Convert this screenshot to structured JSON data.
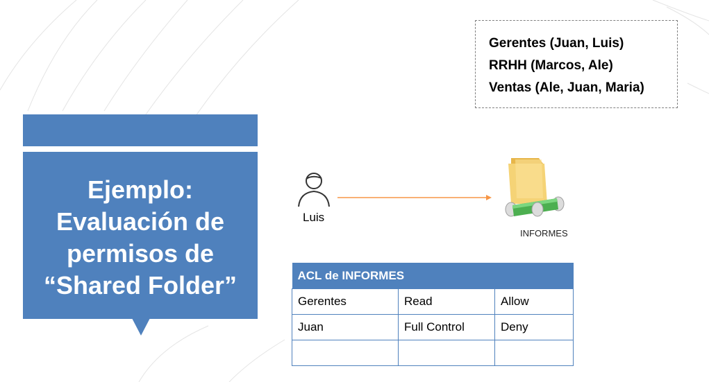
{
  "title": {
    "lines": [
      "Ejemplo:",
      "Evaluación de",
      "permisos de",
      "“Shared Folder”"
    ]
  },
  "groups": [
    "Gerentes (Juan, Luis)",
    "RRHH (Marcos, Ale)",
    "Ventas (Ale, Juan, Maria)"
  ],
  "user": {
    "label": "Luis",
    "icon": "person-icon"
  },
  "folder": {
    "label": "INFORMES",
    "icon": "shared-folder-icon"
  },
  "acl": {
    "header": "ACL de INFORMES",
    "rows": [
      [
        "Gerentes",
        "Read",
        "Allow"
      ],
      [
        "Juan",
        "Full Control",
        "Deny"
      ],
      [
        "",
        "",
        ""
      ]
    ]
  },
  "colors": {
    "accent": "#4f81bd",
    "arrow": "#f79646",
    "folder": "#f2c75c",
    "share_pipe": "#4caf50"
  }
}
